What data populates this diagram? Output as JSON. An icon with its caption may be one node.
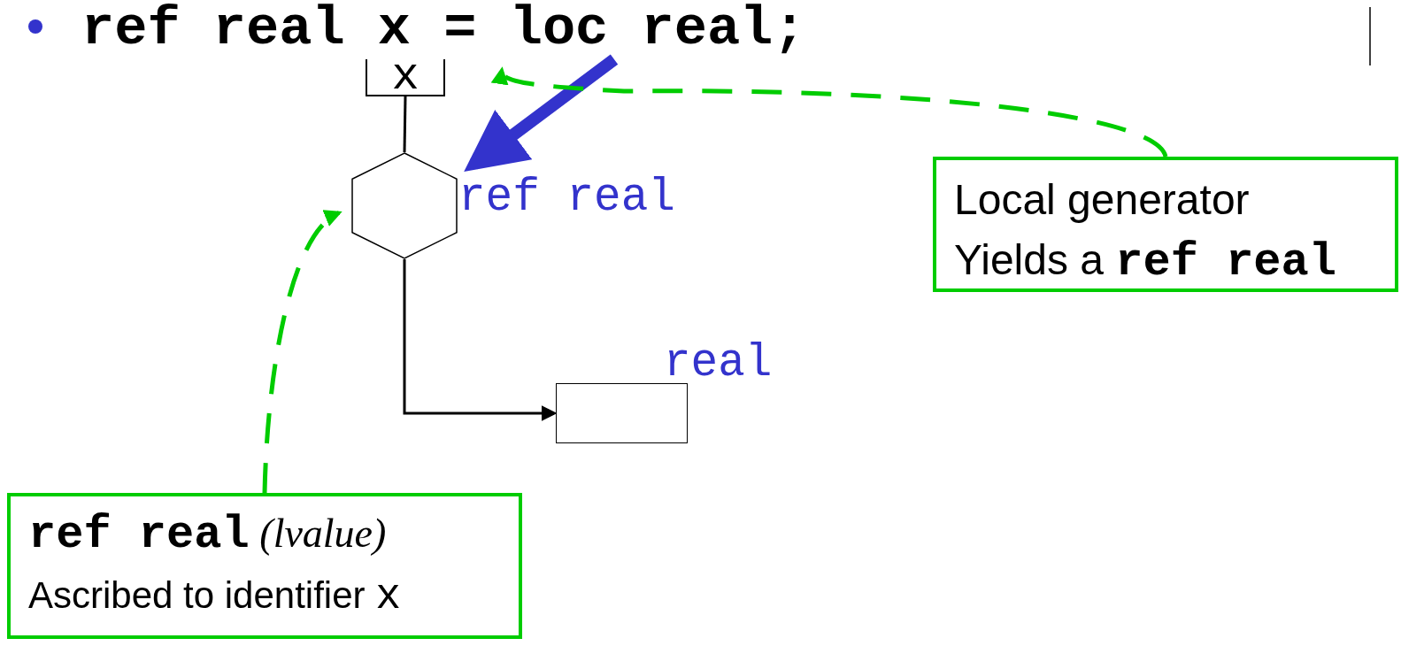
{
  "diagram": {
    "nodes": [
      {
        "text": [
          "ref real x = loc real;"
        ]
      },
      {
        "text": [
          "x"
        ]
      },
      {
        "text": [],
        "shape": "hexagon",
        "beside": [
          "ref real"
        ]
      },
      {
        "text": [],
        "shape": "box",
        "beside": [
          "real"
        ]
      },
      {
        "text": [
          "Local generator",
          "Yields a **ref real**"
        ]
      },
      {
        "text": [
          "**ref real** *(lvalue)*",
          "Ascribed to identifier **x**"
        ]
      }
    ],
    "edges": [
      {
        "from": 1,
        "to": 2,
        "arrow": "none"
      },
      {
        "from": 2,
        "to": 3,
        "arrow": "to"
      },
      {
        "from": 0,
        "to": 2,
        "arrow": "to",
        "style": "thick",
        "color": "#3333cc"
      },
      {
        "from": 4,
        "to": 0,
        "arrow": "to",
        "style": "dashed",
        "color": "#00cc00"
      },
      {
        "from": 5,
        "to": 2,
        "arrow": "to",
        "style": "dashed",
        "color": "#00cc00"
      }
    ]
  }
}
